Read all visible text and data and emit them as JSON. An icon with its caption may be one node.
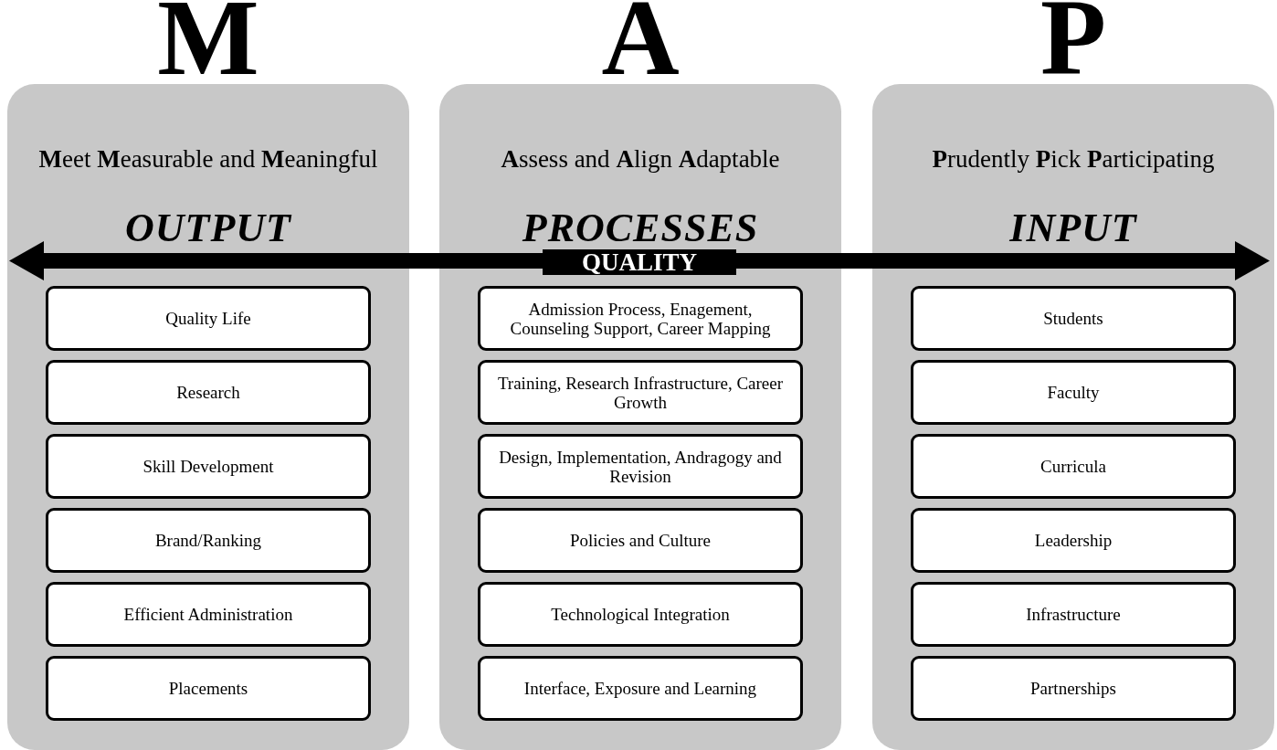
{
  "diagram": {
    "nodes": [
      {
        "text": [
          "M",
          "**M**eet **M**easurable and **M**eaningful",
          "OUTPUT"
        ]
      },
      {
        "text": [
          "Quality Life"
        ],
        "in": 0
      },
      {
        "text": [
          "Research"
        ],
        "in": 0
      },
      {
        "text": [
          "Skill Development"
        ],
        "in": 0
      },
      {
        "text": [
          "Brand/Ranking"
        ],
        "in": 0
      },
      {
        "text": [
          "Efficient Administration"
        ],
        "in": 0
      },
      {
        "text": [
          "Placements"
        ],
        "in": 0
      },
      {
        "text": [
          "A",
          "**A**ssess and **A**lign **A**daptable",
          "PROCESSES"
        ]
      },
      {
        "text": [
          "Admission Process, Enagement, Counseling Support, Career Mapping"
        ],
        "in": 7
      },
      {
        "text": [
          "Training, Research Infrastructure, Career Growth"
        ],
        "in": 7
      },
      {
        "text": [
          "Design, Implementation, Andragogy and Revision"
        ],
        "in": 7
      },
      {
        "text": [
          "Policies and Culture"
        ],
        "in": 7
      },
      {
        "text": [
          "Technological Integration"
        ],
        "in": 7
      },
      {
        "text": [
          "Interface, Exposure and Learning"
        ],
        "in": 7
      },
      {
        "text": [
          "P",
          "**P**rudently **P**ick **P**articipating",
          "INPUT"
        ]
      },
      {
        "text": [
          "Students"
        ],
        "in": 14
      },
      {
        "text": [
          "Faculty"
        ],
        "in": 14
      },
      {
        "text": [
          "Curricula"
        ],
        "in": 14
      },
      {
        "text": [
          "Leadership"
        ],
        "in": 14
      },
      {
        "text": [
          "Infrastructure"
        ],
        "in": 14
      },
      {
        "text": [
          "Partnerships"
        ],
        "in": 14
      }
    ],
    "labels": [
      "QUALITY"
    ]
  }
}
